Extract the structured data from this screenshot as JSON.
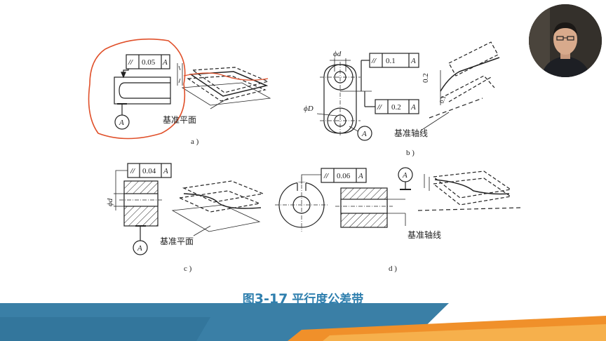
{
  "figure": {
    "title_prefix": "图",
    "number": "3-17",
    "title": "平行度公差带"
  },
  "panels": {
    "a": {
      "caption": "a )",
      "frame_symbol": "//",
      "frame_value": "0.05",
      "frame_datum": "A",
      "datum_letter": "A",
      "label": "基准平面"
    },
    "b": {
      "caption": "b )",
      "frame1_symbol": "//",
      "frame1_value": "0.1",
      "frame1_datum": "A",
      "frame2_symbol": "//",
      "frame2_value": "0.2",
      "frame2_datum": "A",
      "dim_d": "ϕd",
      "dim_D": "ϕD",
      "datum_letter": "A",
      "zone_v": "0.2",
      "zone_h": "0.1",
      "label": "基准轴线"
    },
    "c": {
      "caption": "c )",
      "frame_symbol": "//",
      "frame_value": "0.04",
      "frame_datum": "A",
      "dim_d": "ϕd",
      "datum_letter": "A",
      "label": "基准平面"
    },
    "d": {
      "caption": "d )",
      "frame_symbol": "//",
      "frame_value": "0.06",
      "frame_datum": "A",
      "datum_letter": "A",
      "label": "基准轴线"
    }
  },
  "colors": {
    "annotation_red": "#e0502a",
    "title_blue": "#2f7fae",
    "band_blue": "#3a7fa6",
    "band_orange": "#f0902a"
  }
}
